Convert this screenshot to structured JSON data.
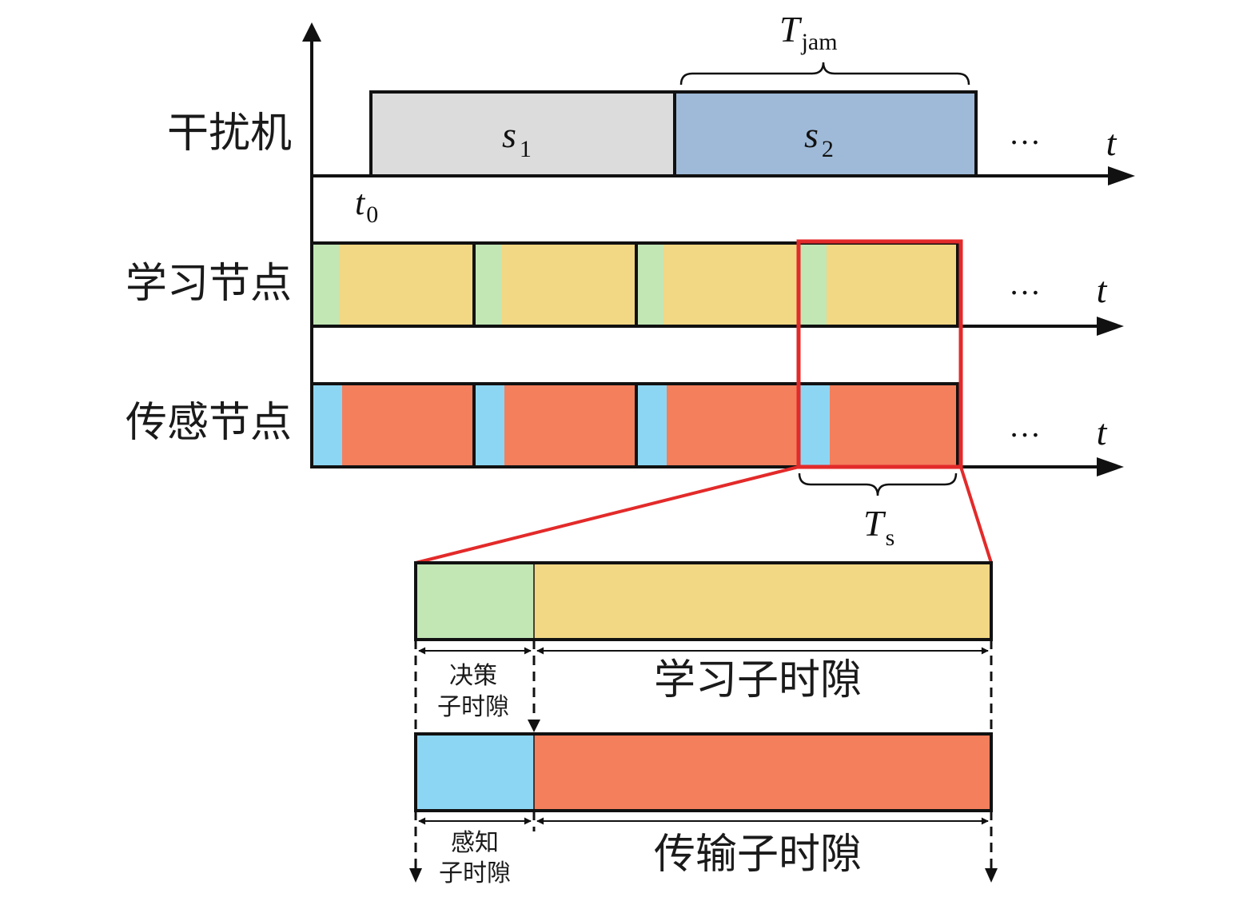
{
  "rows": {
    "jammer": "干扰机",
    "learning_node": "学习节点",
    "sensing_node": "传感节点"
  },
  "time_axis": "t",
  "ellipsis": "…",
  "start_time": {
    "base": "t",
    "sub": "0"
  },
  "jam_states": [
    {
      "base": "s",
      "sub": "1"
    },
    {
      "base": "s",
      "sub": "2"
    }
  ],
  "t_jam": {
    "base": "T",
    "sub": "jam"
  },
  "t_s": {
    "base": "T",
    "sub": "s"
  },
  "detail": {
    "decision_subslot_line1": "决策",
    "decision_subslot_line2": "子时隙",
    "learning_subslot": "学习子时隙",
    "sensing_subslot_line1": "感知",
    "sensing_subslot_line2": "子时隙",
    "transmission_subslot": "传输子时隙"
  },
  "colors": {
    "s1_fill": "#dcdcdc",
    "s2_fill": "#9fbad8",
    "decision_green": "#c2e6b4",
    "learning_yellow": "#f2d784",
    "sensing_blue": "#8dd6f3",
    "transmission_red": "#f37f5d",
    "highlight_red": "#e32a2a"
  }
}
